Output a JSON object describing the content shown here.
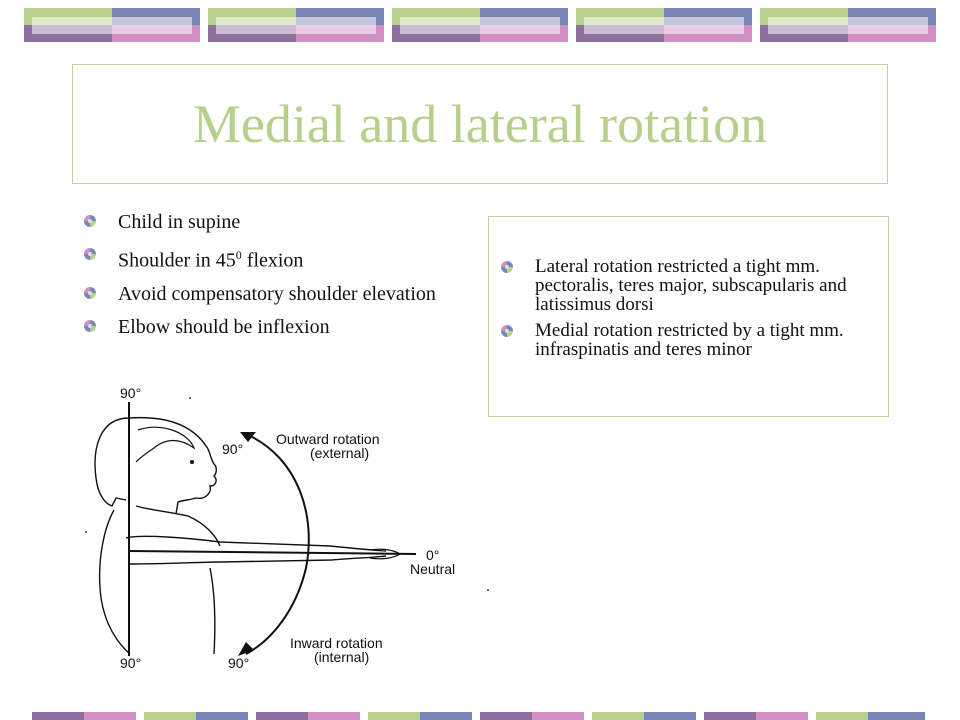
{
  "slide": {
    "title": "Medial and lateral rotation",
    "left_bullets": [
      "Child in supine",
      "Shoulder in 45",
      "Avoid compensatory shoulder elevation",
      "Elbow should be inflexion"
    ],
    "shoulder_super": "0",
    "shoulder_tail": " flexion",
    "right_bullets": [
      "Lateral rotation restricted a tight mm. pectoralis, teres major, subscapularis and latissimus dorsi",
      "Medial rotation restricted by a tight mm. infraspinatis and teres minor"
    ]
  },
  "figure": {
    "top_deg": "90°",
    "bottom_left_deg": "90°",
    "upper_arc_deg": "90°",
    "lower_arc_deg": "90°",
    "neutral_deg": "0°",
    "neutral_label": "Neutral",
    "outward_label": "Outward rotation",
    "outward_sub": "(external)",
    "inward_label": "Inward rotation",
    "inward_sub": "(internal)"
  },
  "colors": {
    "green": "#b6cf8a",
    "blue": "#7986b5",
    "pink": "#d18fc6",
    "purple": "#8e6d9f"
  }
}
